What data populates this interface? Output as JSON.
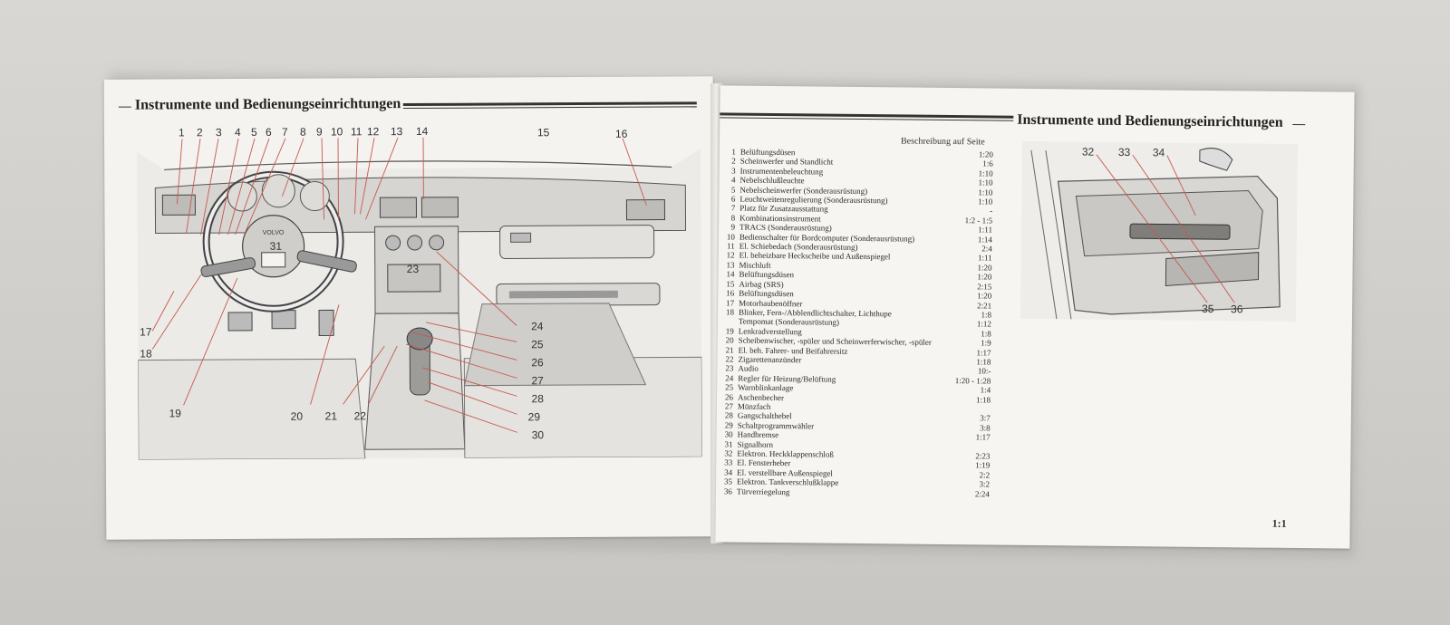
{
  "left_page": {
    "title": "Instrumente und Bedienungseinrichtungen",
    "callouts": [
      "1",
      "2",
      "3",
      "4",
      "5",
      "6",
      "7",
      "8",
      "9",
      "10",
      "11",
      "12",
      "13",
      "14",
      "15",
      "16",
      "17",
      "18",
      "19",
      "20",
      "21",
      "22",
      "23",
      "24",
      "25",
      "26",
      "27",
      "28",
      "29",
      "30",
      "31"
    ],
    "steering_logo": "VOLVO"
  },
  "right_page": {
    "title": "Instrumente und Bedienungseinrichtungen",
    "list_header": "Beschreibung auf Seite",
    "items": [
      {
        "num": "1",
        "label": "Belüftungsdüsen",
        "page": "1:20"
      },
      {
        "num": "2",
        "label": "Scheinwerfer und Standlicht",
        "page": "1:6"
      },
      {
        "num": "3",
        "label": "Instrumentenbeleuchtung",
        "page": "1:10"
      },
      {
        "num": "4",
        "label": "Nebelschlußleuchte",
        "page": "1:10"
      },
      {
        "num": "5",
        "label": "Nebelscheinwerfer (Sonderausrüstung)",
        "page": "1:10"
      },
      {
        "num": "6",
        "label": "Leuchtweitenregulierung (Sonderausrüstung)",
        "page": "1:10"
      },
      {
        "num": "7",
        "label": "Platz für Zusatzausstattung",
        "page": "-"
      },
      {
        "num": "8",
        "label": "Kombinationsinstrument",
        "page": "1:2 - 1:5"
      },
      {
        "num": "9",
        "label": "TRACS (Sonderausrüstung)",
        "page": "1:11"
      },
      {
        "num": "10",
        "label": "Bedienschalter für Bordcomputer (Sonderausrüstung)",
        "page": "1:14"
      },
      {
        "num": "11",
        "label": "El. Schiebedach (Sonderausrüstung)",
        "page": "2:4"
      },
      {
        "num": "12",
        "label": "El. beheizbare Heckscheibe und Außenspiegel",
        "page": "1:11"
      },
      {
        "num": "13",
        "label": "Mischluft",
        "page": "1:20"
      },
      {
        "num": "14",
        "label": "Belüftungsdüsen",
        "page": "1:20"
      },
      {
        "num": "15",
        "label": "Airbag (SRS)",
        "page": "2:15"
      },
      {
        "num": "16",
        "label": "Belüftungsdüsen",
        "page": "1:20"
      },
      {
        "num": "17",
        "label": "Motorhaubenöffner",
        "page": "2:21"
      },
      {
        "num": "18",
        "label": "Blinker, Fern-/Abblendlichtschalter, Lichthupe",
        "page": "1:8"
      },
      {
        "num": "",
        "label": "Tempomat (Sonderausrüstung)",
        "page": "1:12"
      },
      {
        "num": "19",
        "label": "Lenkradverstellung",
        "page": "1:8"
      },
      {
        "num": "20",
        "label": "Scheibenwischer, -spüler und Scheinwerferwischer, -spüler",
        "page": "1:9"
      },
      {
        "num": "21",
        "label": "El. beh. Fahrer- und Beifahrersitz",
        "page": "1:17"
      },
      {
        "num": "22",
        "label": "Zigarettenanzünder",
        "page": "1:18"
      },
      {
        "num": "23",
        "label": "Audio",
        "page": "10:-"
      },
      {
        "num": "24",
        "label": "Regler für Heizung/Belüftung",
        "page": "1:20 - 1:28"
      },
      {
        "num": "25",
        "label": "Warnblinkanlage",
        "page": "1:4"
      },
      {
        "num": "26",
        "label": "Aschenbecher",
        "page": "1:18"
      },
      {
        "num": "27",
        "label": "Münzfach",
        "page": ""
      },
      {
        "num": "28",
        "label": "Gangschalthebel",
        "page": "3:7"
      },
      {
        "num": "29",
        "label": "Schaltprogrammwähler",
        "page": "3:8"
      },
      {
        "num": "30",
        "label": "Handbremse",
        "page": "1:17"
      },
      {
        "num": "31",
        "label": "Signalhorn",
        "page": ""
      },
      {
        "num": "32",
        "label": "Elektron. Heckklappenschloß",
        "page": "2:23"
      },
      {
        "num": "33",
        "label": "El. Fensterheber",
        "page": "1:19"
      },
      {
        "num": "34",
        "label": "El. verstellbare Außenspiegel",
        "page": "2:2"
      },
      {
        "num": "35",
        "label": "Elektron. Tankverschlußklappe",
        "page": "3:2"
      },
      {
        "num": "36",
        "label": "Türverriegelung",
        "page": "2:24"
      }
    ],
    "door_callouts": [
      "32",
      "33",
      "34",
      "35",
      "36"
    ],
    "page_number": "1:1"
  }
}
